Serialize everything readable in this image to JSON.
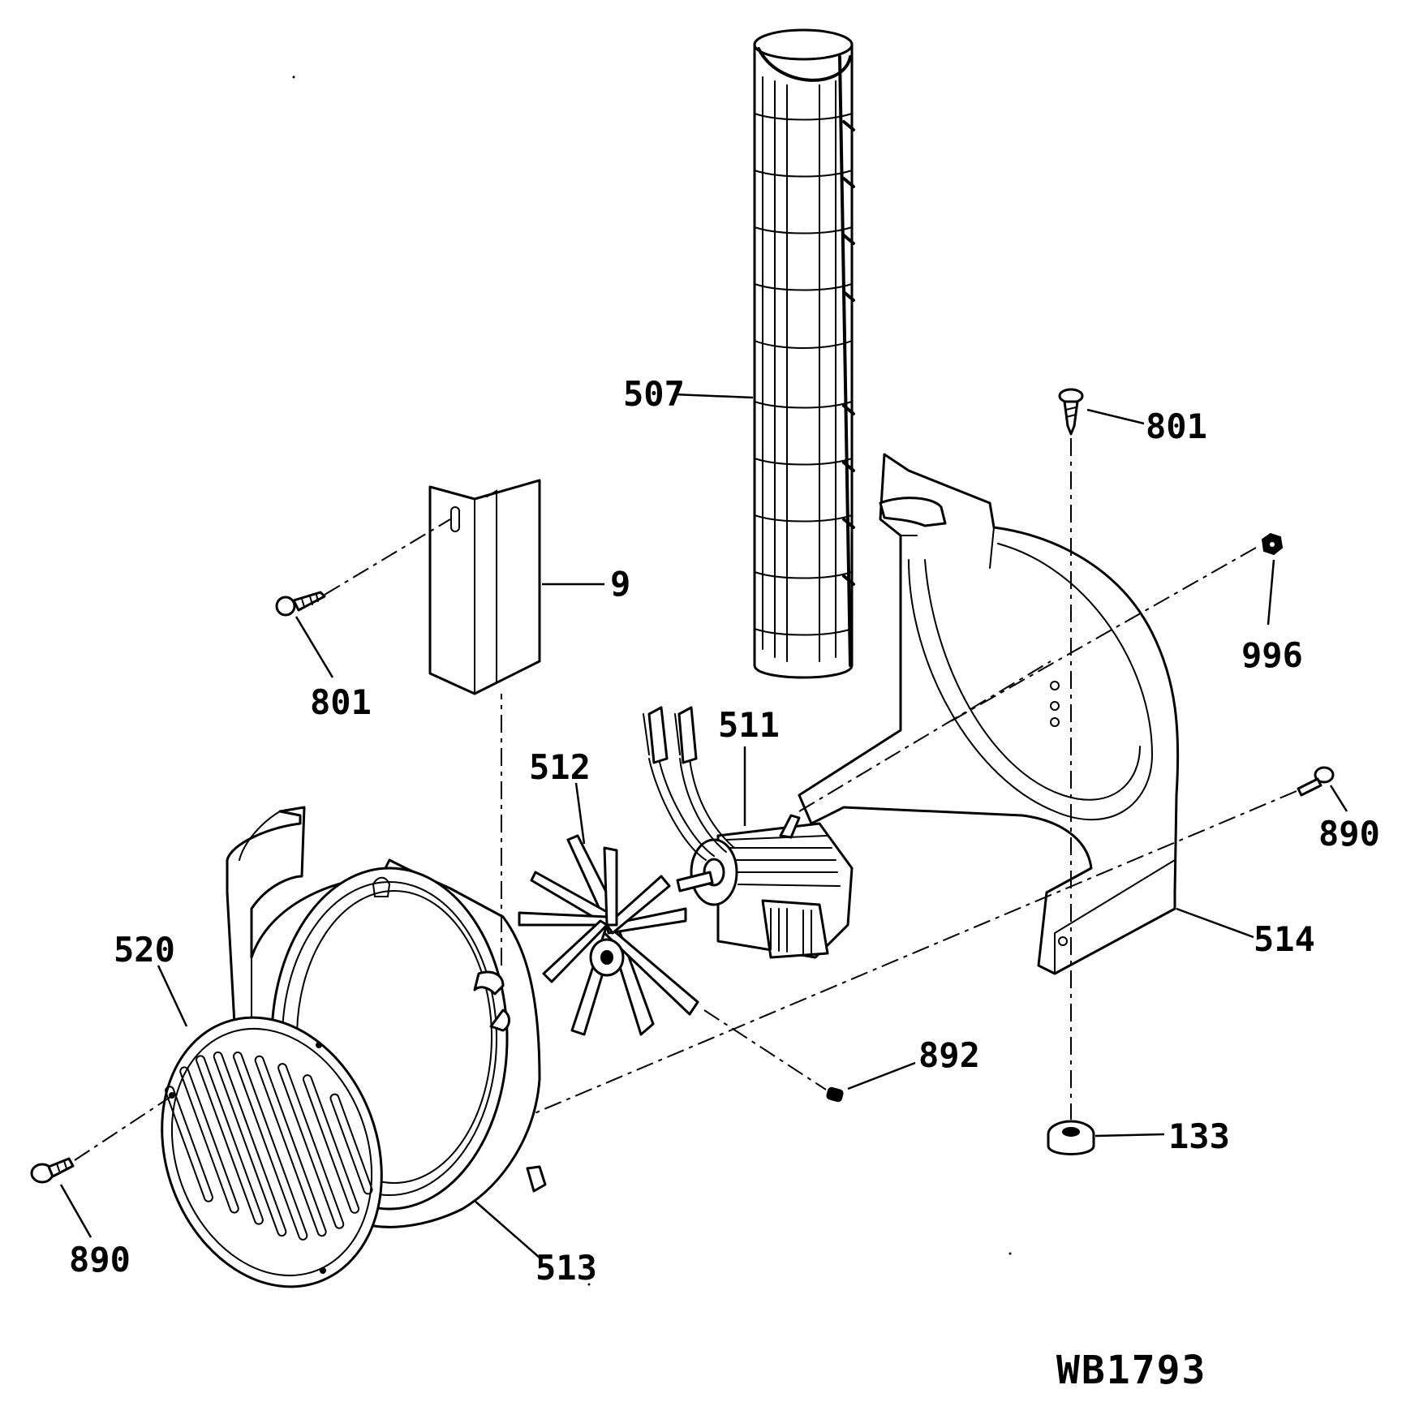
{
  "drawing_code": "WB1793",
  "callouts": {
    "c507": "507",
    "c801_top": "801",
    "c9": "9",
    "c801_left": "801",
    "c996": "996",
    "c511": "511",
    "c512": "512",
    "c890_right": "890",
    "c514": "514",
    "c520": "520",
    "c892": "892",
    "c133": "133",
    "c890_left": "890",
    "c513": "513"
  }
}
